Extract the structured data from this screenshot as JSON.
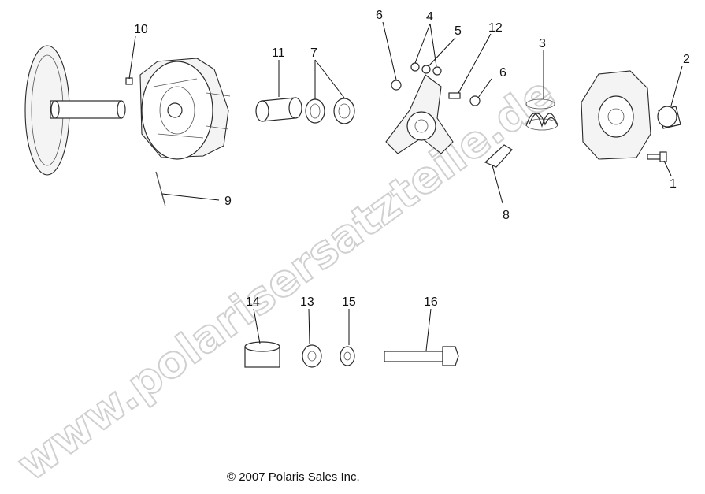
{
  "diagram": {
    "callouts": {
      "c1": "1",
      "c2": "2",
      "c3": "3",
      "c4": "4",
      "c5": "5",
      "c6a": "6",
      "c6b": "6",
      "c7": "7",
      "c8": "8",
      "c9": "9",
      "c10": "10",
      "c11": "11",
      "c12": "12",
      "c13": "13",
      "c14": "14",
      "c15": "15",
      "c16": "16"
    },
    "watermark": "www.polarisersatzteile.de",
    "copyright": "© 2007 Polaris Sales Inc."
  }
}
